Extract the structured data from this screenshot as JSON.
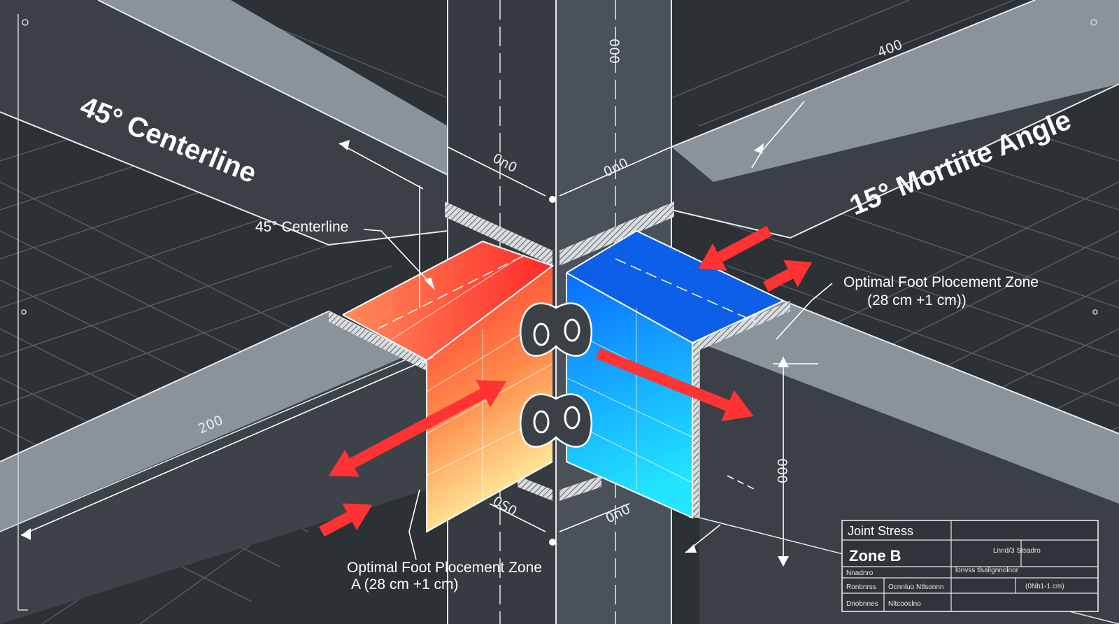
{
  "labels": {
    "centerline_large": "45° Centerline",
    "centerline_small": "45° Centerline",
    "mortise_angle": "15° Mortiite Angle",
    "foot_zone_right_line1": "Optimal Foot Plocement Zone",
    "foot_zone_right_line2": "(28 cm +1 cm))",
    "foot_zone_left_line1": "Optimal Foot Plocement Zone",
    "foot_zone_left_line2": "A (28 cm +1 cm)"
  },
  "dimensions": {
    "top_right": "400",
    "left_beam": "200",
    "post_top": "000",
    "post_upper_left": "0n0",
    "post_upper_right": "0n0",
    "post_lower_left": "0S0",
    "post_lower_right": "0n0",
    "right_vertical": "000"
  },
  "title_block": {
    "header": "Joint Stress",
    "zone": "Zone B",
    "row1_right": "Lnnd/3 Stsadro",
    "row2_right": "lonvss tlsalignnolnor",
    "row3_left": "Nnadnro",
    "row4_left_a": "Ronbnrss",
    "row4_left_b": "Ocnnluo Ntlsonnn",
    "row4_right": "(0Nb1-1 cm)",
    "row5_left_a": "Dnobnnes",
    "row5_left_b": "Nltcooslno"
  },
  "colors": {
    "background": "#2c3136",
    "beam_face": "#8a9399",
    "warm_start": "#ff3b30",
    "warm_end": "#fff3a0",
    "cool_start": "#0a6cff",
    "cool_end": "#1ee0ff",
    "arrow": "#ff3333",
    "line": "#ffffff"
  }
}
